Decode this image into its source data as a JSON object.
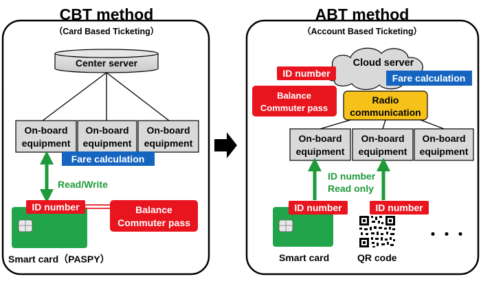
{
  "cbt": {
    "title": "CBT method",
    "subtitle": "（Card Based Ticketing）",
    "center_server": "Center server",
    "onboard": [
      {
        "line1": "On-board",
        "line2": "equipment"
      },
      {
        "line1": "On-board",
        "line2": "equipment"
      },
      {
        "line1": "On-board",
        "line2": "equipment"
      }
    ],
    "fare_calculation": "Fare calculation",
    "read_write": "Read/Write",
    "id_number": "ID number",
    "balance": {
      "line1": "Balance",
      "line2": "Commuter pass"
    },
    "smart_card": "Smart card（PASPY）"
  },
  "abt": {
    "title": "ABT method",
    "subtitle": "（Account Based Ticketing）",
    "cloud_server": "Cloud server",
    "id_number_top": "ID number",
    "fare_calculation": "Fare calculation",
    "balance": {
      "line1": "Balance",
      "line2": "Commuter pass"
    },
    "radio": {
      "line1": "Radio",
      "line2": "communication"
    },
    "onboard": [
      {
        "line1": "On-board",
        "line2": "equipment"
      },
      {
        "line1": "On-board",
        "line2": "equipment"
      },
      {
        "line1": "On-board",
        "line2": "equipment"
      }
    ],
    "id_read": {
      "line1": "ID number",
      "line2": "Read only"
    },
    "id_number_card": "ID number",
    "id_number_qr": "ID number",
    "smart_card": "Smart card",
    "qr_code": "QR code",
    "ellipsis": "・・・"
  },
  "colors": {
    "red": "#e8141e",
    "blue": "#1565c0",
    "green": "#1e9a3a",
    "gray_box": "#d9d9d9",
    "yellow": "#f6c21a",
    "card_green": "#22a54a"
  }
}
